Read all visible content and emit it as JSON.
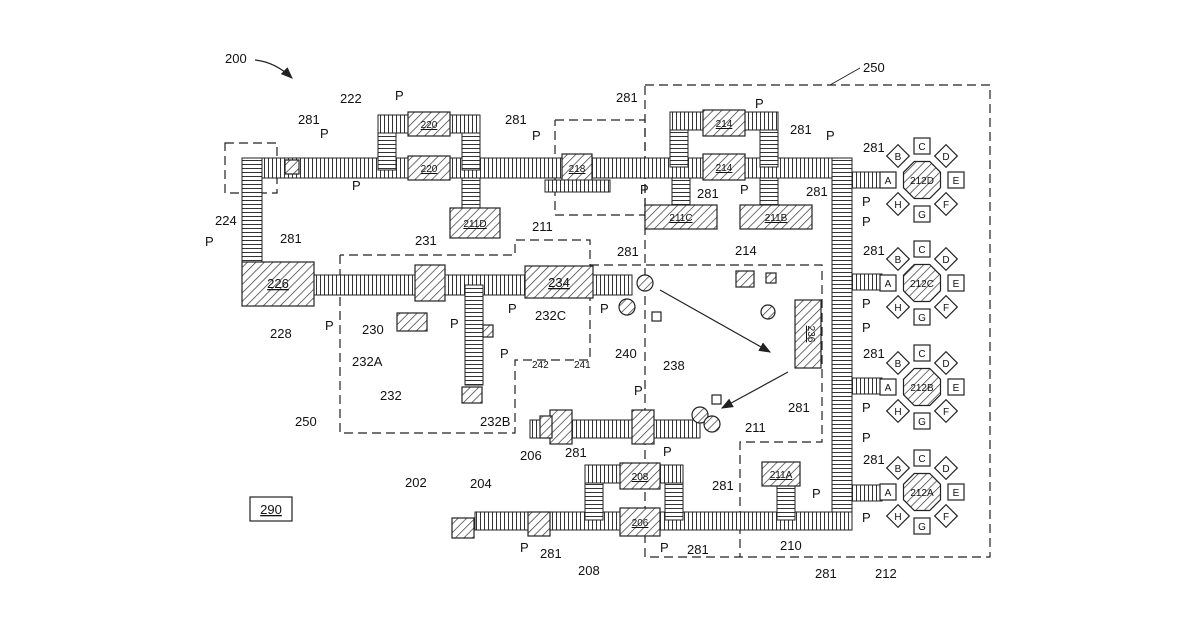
{
  "figure": {
    "ref_main": "200",
    "legend_box": "290",
    "text_labels": {
      "l202": "202",
      "l204": "204",
      "l206": "206",
      "l208": "208",
      "l210": "210",
      "l211": "211",
      "l211b": "211",
      "l212": "212",
      "l214": "214",
      "l222": "222",
      "l224": "224",
      "l228": "228",
      "l230": "230",
      "l231": "231",
      "l232": "232",
      "l232A": "232A",
      "l232B": "232B",
      "l232C": "232C",
      "l238": "238",
      "l240": "240",
      "l241": "241",
      "l242": "242",
      "l250a": "250",
      "l250b": "250",
      "r281": "281",
      "p": "P"
    },
    "modules": {
      "m206": "206",
      "m208": "208",
      "m211A": "211A",
      "m211B": "211B",
      "m211C": "211C",
      "m211D": "211D",
      "m214": "214",
      "m218": "218",
      "m220": "220",
      "m226": "226",
      "m234": "234",
      "m236": "236"
    },
    "star_units": [
      {
        "id": "212D",
        "petals": [
          "A",
          "B",
          "C",
          "D",
          "E",
          "F",
          "G",
          "H"
        ]
      },
      {
        "id": "212C",
        "petals": [
          "A",
          "B",
          "C",
          "D",
          "E",
          "F",
          "G",
          "H"
        ]
      },
      {
        "id": "212B",
        "petals": [
          "A",
          "B",
          "C",
          "D",
          "E",
          "F",
          "G",
          "H"
        ]
      },
      {
        "id": "212A",
        "petals": [
          "A",
          "B",
          "C",
          "D",
          "E",
          "F",
          "G",
          "H"
        ]
      }
    ]
  }
}
